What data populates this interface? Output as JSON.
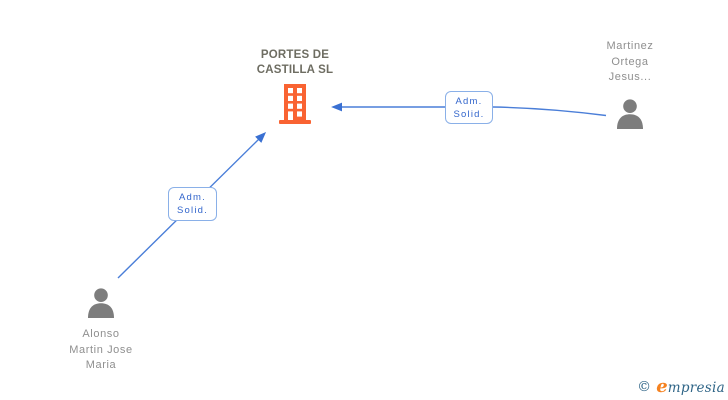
{
  "company": {
    "name": "PORTES DE CASTILLA SL",
    "name_lines": [
      "PORTES DE",
      "CASTILLA SL"
    ]
  },
  "persons": [
    {
      "id": "martinez",
      "name": "Martinez Ortega Jesus...",
      "name_lines": [
        "Martinez",
        "Ortega",
        "Jesus..."
      ]
    },
    {
      "id": "alonso",
      "name": "Alonso Martin Jose Maria",
      "name_lines": [
        "Alonso",
        "Martin Jose",
        "Maria"
      ]
    }
  ],
  "relations": [
    {
      "from": "Martinez Ortega Jesus...",
      "to": "PORTES DE CASTILLA SL",
      "label_lines": [
        "Adm.",
        "Solid."
      ]
    },
    {
      "from": "Alonso Martin Jose Maria",
      "to": "PORTES DE CASTILLA SL",
      "label_lines": [
        "Adm.",
        "Solid."
      ]
    }
  ],
  "logo": {
    "copyright": "©",
    "brand_first": "e",
    "brand_rest": "mpresia"
  },
  "colors": {
    "edge_blue": "#4a7ed8",
    "arrow_head_blue": "#3a70d2",
    "box_border_blue": "#8ab0e8",
    "box_text_blue": "#3366cc",
    "building_orange": "#f96332",
    "person_gray": "#7d7d7d",
    "person_text": "#8f8f8f",
    "company_text": "#6e6d62",
    "logo_orange": "#f58220",
    "logo_blue": "#2f6587"
  }
}
